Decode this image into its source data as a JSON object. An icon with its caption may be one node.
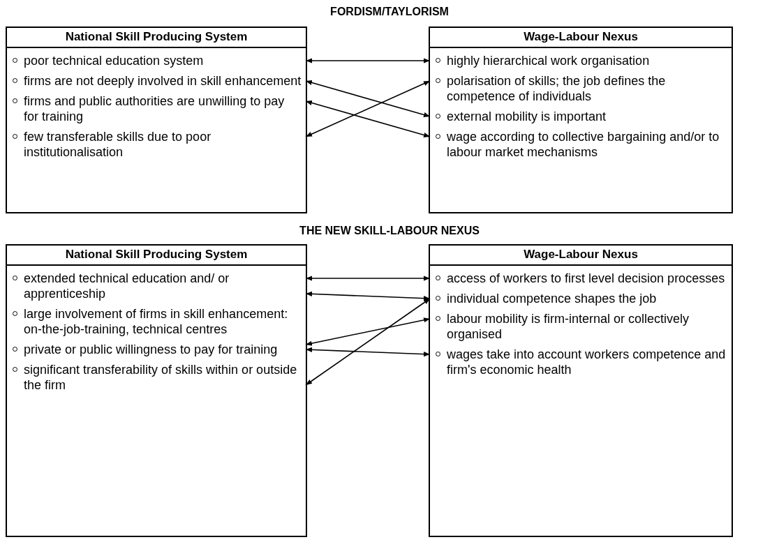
{
  "diagram": {
    "nodes": [
      {
        "text": [
          "National Skill Producing System"
        ]
      },
      {
        "text": [
          "poor technical education system"
        ],
        "in": 0
      },
      {
        "text": [
          "firms are not deeply involved in skill enhancement"
        ],
        "in": 0
      },
      {
        "text": [
          "firms and public authorities are unwilling to pay for training"
        ],
        "in": 0
      },
      {
        "text": [
          "few transferable skills due to poor institutionalisation"
        ],
        "in": 0
      },
      {
        "text": [
          "Wage-Labour Nexus"
        ]
      },
      {
        "text": [
          "highly hierarchical work organisation"
        ],
        "in": 5
      },
      {
        "text": [
          "polarisation of skills; the job defines the competence of individuals"
        ],
        "in": 5
      },
      {
        "text": [
          "external mobility is important"
        ],
        "in": 5
      },
      {
        "text": [
          "wage according to collective bargaining and/or to labour market mechanisms"
        ],
        "in": 5
      },
      {
        "text": [
          "National Skill Producing System"
        ]
      },
      {
        "text": [
          "extended technical education and/ or apprenticeship"
        ],
        "in": 10
      },
      {
        "text": [
          "large involvement of firms in skill enhancement: on-the-job-training, technical centres"
        ],
        "in": 10
      },
      {
        "text": [
          "private or public willingness to pay for training"
        ],
        "in": 10
      },
      {
        "text": [
          "significant transferability of skills within or outside the firm"
        ],
        "in": 10
      },
      {
        "text": [
          "Wage-Labour Nexus"
        ]
      },
      {
        "text": [
          "access of workers to first level decision processes"
        ],
        "in": 15
      },
      {
        "text": [
          "individual competence shapes the job"
        ],
        "in": 15
      },
      {
        "text": [
          "labour mobility is firm-internal or collectively organised"
        ],
        "in": 15
      },
      {
        "text": [
          "wages take into account workers competence and firm's economic health"
        ],
        "in": 15
      }
    ],
    "edges": [
      {
        "from": 1,
        "to": 6,
        "arrow": "both"
      },
      {
        "from": 2,
        "to": 8,
        "arrow": "both"
      },
      {
        "from": 3,
        "to": 9,
        "arrow": "both"
      },
      {
        "from": 4,
        "to": 7,
        "arrow": "both"
      },
      {
        "from": 11,
        "to": 16,
        "arrow": "both"
      },
      {
        "from": 11,
        "to": 17,
        "arrow": "both"
      },
      {
        "from": 12,
        "to": 18,
        "arrow": "both"
      },
      {
        "from": 13,
        "to": 19,
        "arrow": "both"
      },
      {
        "from": 14,
        "to": 17,
        "arrow": "both"
      }
    ],
    "labels": [
      "FORDISM/TAYLORISM",
      "THE NEW SKILL-LABOUR NEXUS"
    ]
  }
}
